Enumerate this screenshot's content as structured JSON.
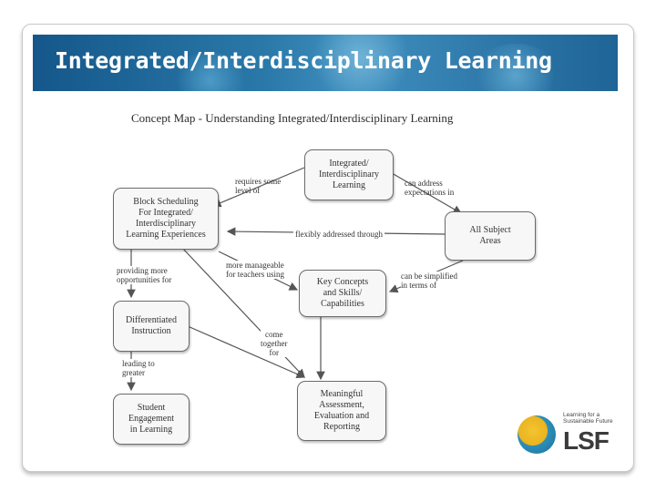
{
  "slide": {
    "title": "Integrated/Interdisciplinary Learning"
  },
  "concept_map": {
    "caption": "Concept Map - Understanding Integrated/Interdisciplinary Learning",
    "nodes": {
      "integrated": "Integrated/\nInterdisciplinary\nLearning",
      "block_scheduling": "Block Scheduling\nFor Integrated/\nInterdisciplinary\nLearning Experiences",
      "subject_areas": "All Subject\nAreas",
      "key_concepts": "Key Concepts\nand Skills/\nCapabilities",
      "differentiated": "Differentiated\nInstruction",
      "engagement": "Student\nEngagement\nin Learning",
      "assessment": "Meaningful\nAssessment,\nEvaluation and\nReporting"
    },
    "edges": {
      "requires": "requires some\nlevel of",
      "can_address": "can address\nexpectations in",
      "flexibly": "flexibly addressed through",
      "providing": "providing more\nopportunities for",
      "manageable": "more manageable\nfor teachers using",
      "simplified": "can be simplified\nin terms of",
      "leading": "leading to\ngreater",
      "come_together": "come\ntogether\nfor"
    }
  },
  "logo": {
    "tagline": "Learning for a\nSustainable Future",
    "wordmark": "LSF"
  },
  "colors": {
    "title_bar": "#1f6496",
    "title_text": "#ffffff",
    "node_border": "#6b6b6b",
    "arrow": "#555555"
  }
}
